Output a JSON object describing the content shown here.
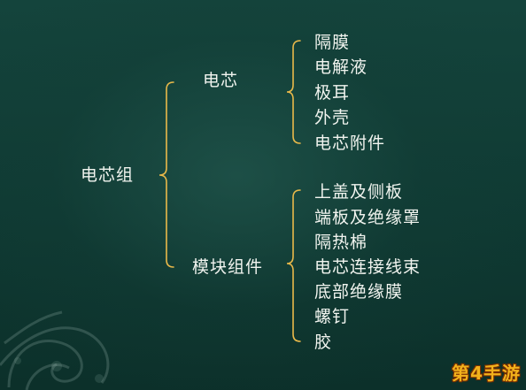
{
  "diagram": {
    "root": "电芯组",
    "groups": [
      {
        "label": "电芯",
        "items": [
          "隔膜",
          "电解液",
          "极耳",
          "外壳",
          "电芯附件"
        ]
      },
      {
        "label": "模块组件",
        "items": [
          "上盖及侧板",
          "端板及绝缘罩",
          "隔热棉",
          "电芯连接线束",
          "底部绝缘膜",
          "螺钉",
          "胶"
        ]
      }
    ]
  },
  "watermark": {
    "text": "第4手游"
  },
  "colors": {
    "background": "#0f3a33",
    "text": "#f1f4ef",
    "bracket": "#e9b94a",
    "watermark": "#f2b21c"
  }
}
